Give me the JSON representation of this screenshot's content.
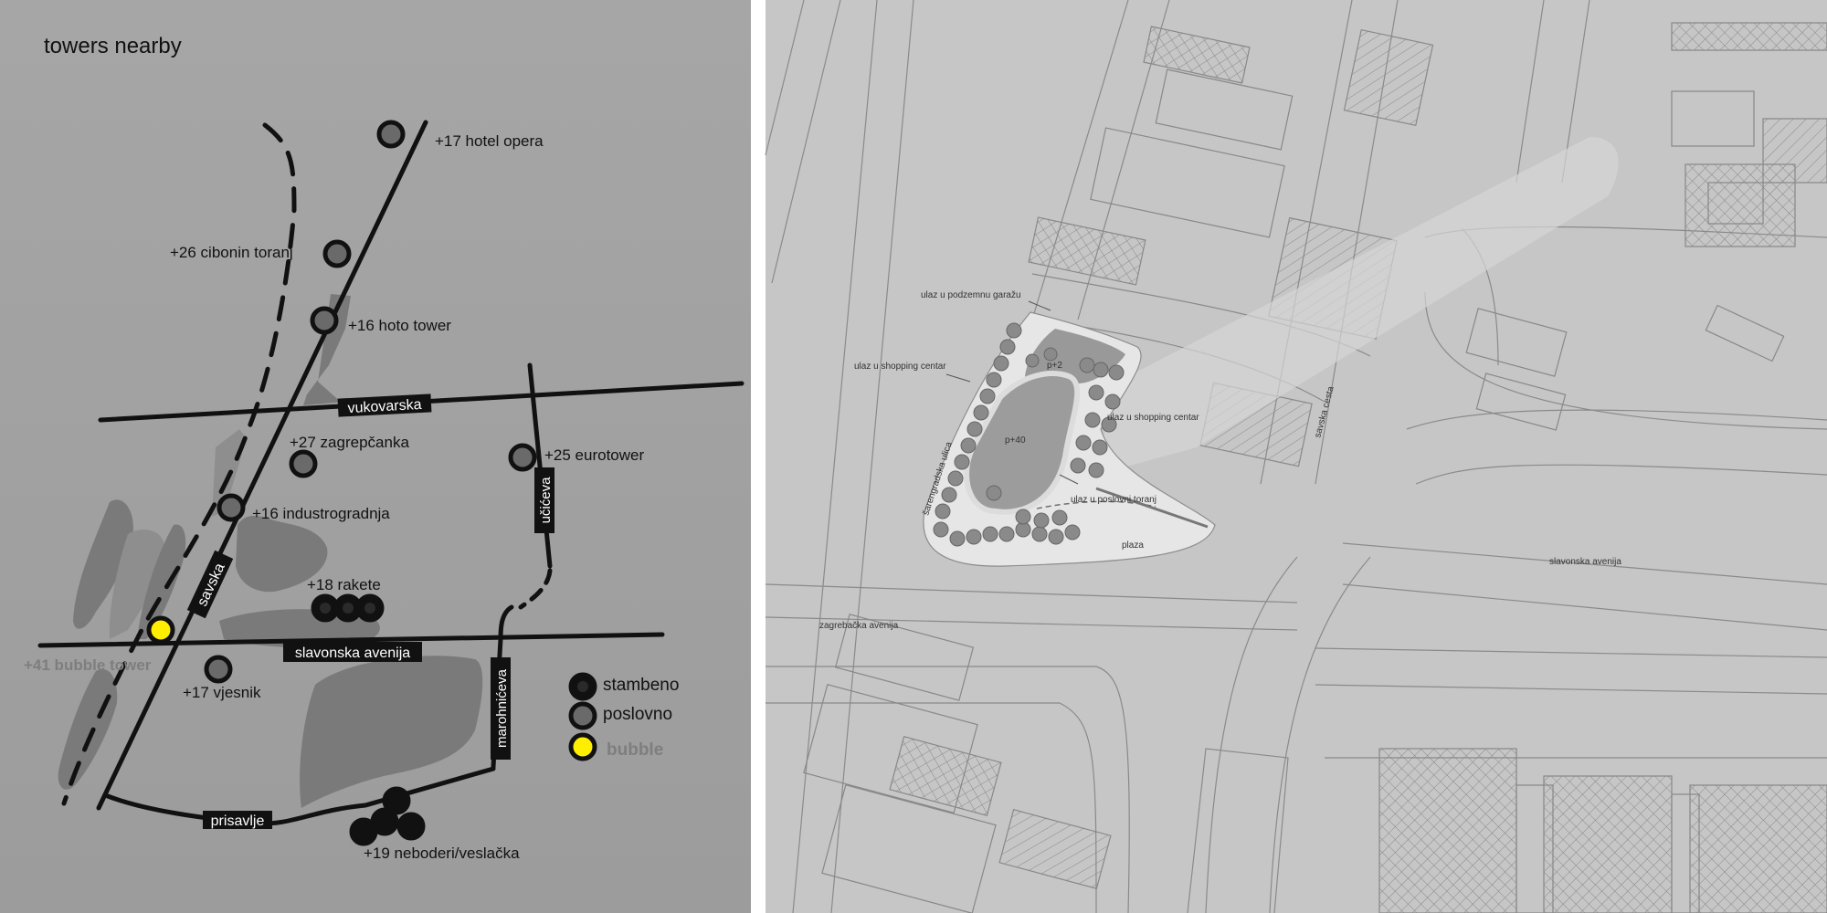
{
  "left_panel": {
    "title": "towers nearby",
    "roads": {
      "vukovarska": "vukovarska",
      "savska": "savska",
      "slavonska": "slavonska avenija",
      "ucceva": "učićeva",
      "marohniceva": "marohnićeva",
      "prisavlje": "prisavlje"
    },
    "towers": {
      "hotel_opera": "+17 hotel opera",
      "cibonin": "+26 cibonin toranj",
      "hoto": "+16 hoto tower",
      "zagrepcanka": "+27 zagrepčanka",
      "eurotower": "+25 eurotower",
      "industrogradnja": "+16 industrogradnja",
      "rakete": "+18 rakete",
      "bubble": "+41 bubble tower",
      "vjesnik": "+17 vjesnik",
      "neboderi": "+19 neboderi/veslačka"
    },
    "legend": {
      "residential": "stambeno",
      "business": "poslovno",
      "bubble": "bubble"
    }
  },
  "right_panel": {
    "labels": {
      "garage_entry": "ulaz u podzemnu garažu",
      "shopping_entry_left": "ulaz u shopping centar",
      "shopping_entry_right": "ulaz u shopping centar",
      "office_entry": "ulaz u poslovni toranj",
      "plaza": "plaza",
      "level_p2": "p+2",
      "level_p40": "p+40",
      "street_savska": "savska cesta",
      "street_slavonska": "slavonska avenija",
      "street_zagrebacka": "zagrebačka avenija",
      "street_suren": "šarengradska ulica"
    }
  },
  "colors": {
    "left_bg": "#a3a3a3",
    "right_bg": "#c6c6c6",
    "zone": "#7a7a7a",
    "zone_light": "#8e8e8e",
    "residential": "#111111",
    "business": "#6a6a6a",
    "bubble": "#ffee00",
    "road": "#111111",
    "site": "#e4e4e4"
  }
}
